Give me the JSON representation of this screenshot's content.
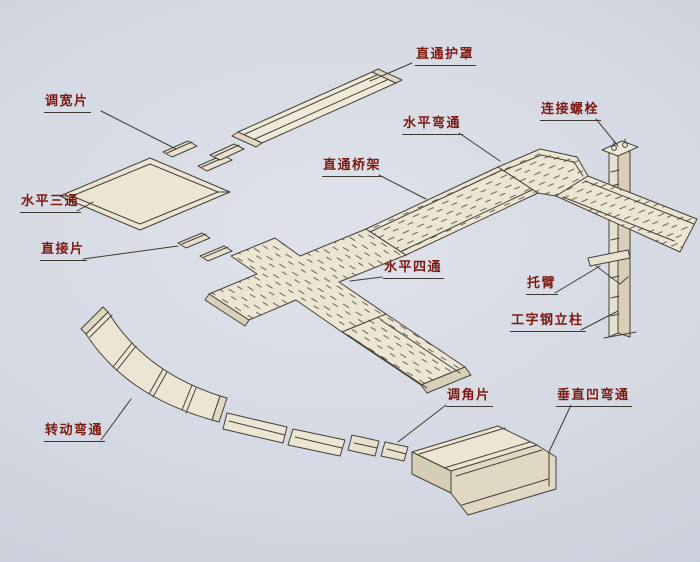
{
  "labels": {
    "cover": {
      "text": "直通护罩"
    },
    "width_adjust": {
      "text": "调宽片"
    },
    "horizontal_bend": {
      "text": "水平弯通"
    },
    "connect_bolt": {
      "text": "连接螺栓"
    },
    "straight_tray": {
      "text": "直通桥架"
    },
    "horizontal_tee": {
      "text": "水平三通"
    },
    "direct_piece": {
      "text": "直接片"
    },
    "horizontal_cross": {
      "text": "水平四通"
    },
    "bracket_arm": {
      "text": "托臂"
    },
    "i_beam_column": {
      "text": "工字钢立柱"
    },
    "angle_adjust": {
      "text": "调角片"
    },
    "vertical_concave_bend": {
      "text": "垂直凹弯通"
    },
    "rotating_bend": {
      "text": "转动弯通"
    }
  },
  "colors": {
    "label_text": "#7c1a12",
    "line": "#3e3a30",
    "paper": "#d5d9e3",
    "component_fill": "#ece5d3",
    "component_shade": "#d9d0b8"
  }
}
